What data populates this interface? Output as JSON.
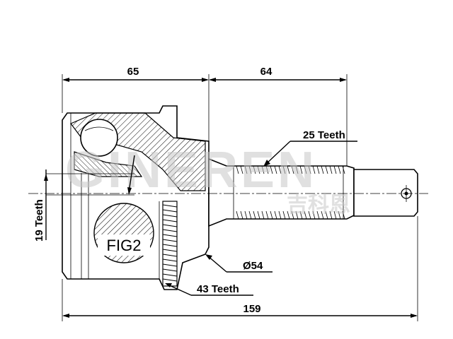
{
  "dimensions": {
    "housing_length": "65",
    "shaft_length": "64",
    "overall_length": "159",
    "shaft_spline": "25 Teeth",
    "inner_spline": "19 Teeth",
    "abs_ring": "43 Teeth",
    "seal_diameter": "Ø54"
  },
  "figure_label": "FIG2",
  "watermark": {
    "latin": "GINEREN",
    "cjk": "吉科恩"
  }
}
